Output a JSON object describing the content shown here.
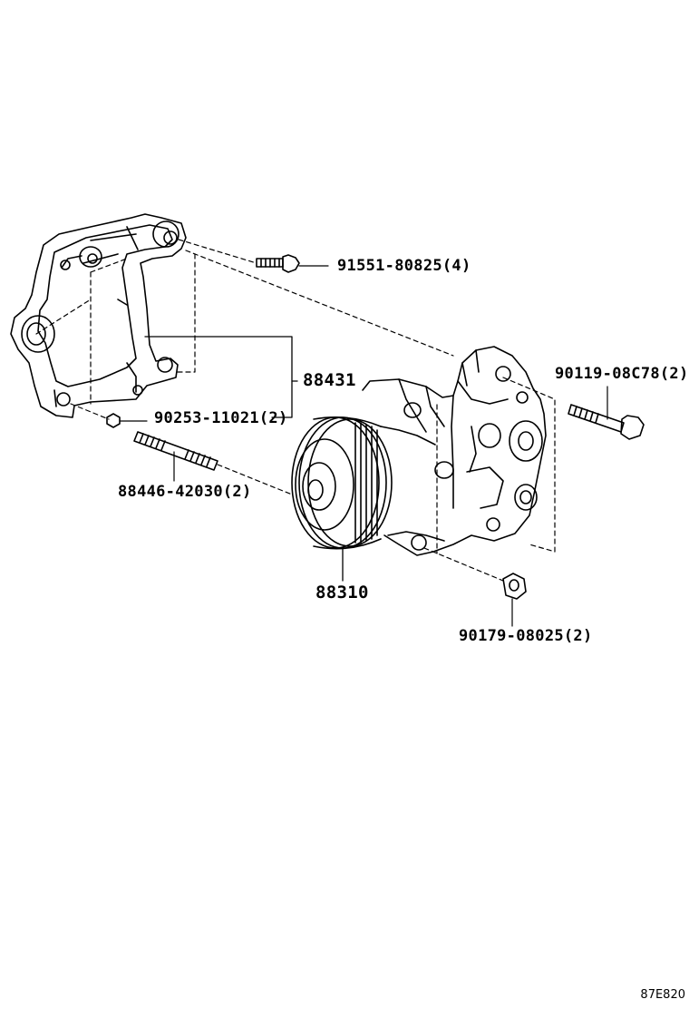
{
  "labels": {
    "bolt_top": "91551-80825(4)",
    "bracket": "88431",
    "nut_small": "90253-11021(2)",
    "stud": "88446-42030(2)",
    "compressor": "88310",
    "bolt_right": "90119-08C78(2)",
    "nut_right": "90179-08025(2)"
  },
  "figure_code": "87E820"
}
